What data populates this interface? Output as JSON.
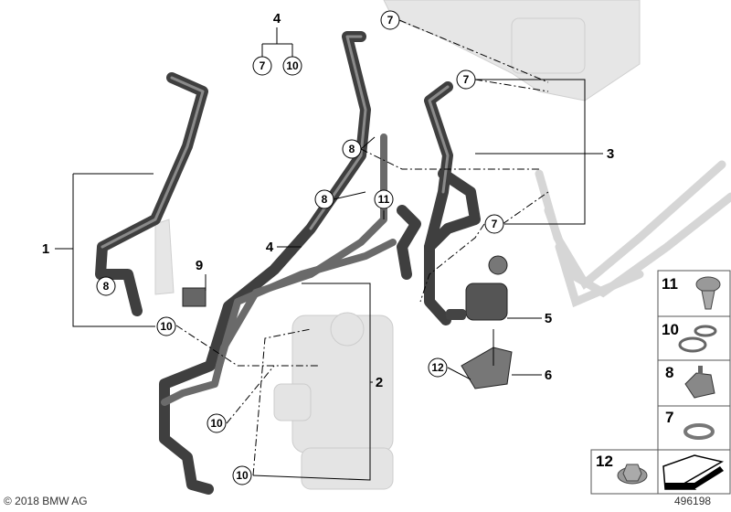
{
  "diagram": {
    "top_group": {
      "parent": "4",
      "children": [
        "7",
        "10"
      ]
    },
    "callouts": [
      "7",
      "7",
      "7",
      "8",
      "8",
      "11",
      "7",
      "8",
      "10",
      "12",
      "10",
      "10"
    ],
    "labels": [
      "1",
      "2",
      "3",
      "4",
      "5",
      "6",
      "9"
    ]
  },
  "legend": {
    "items": [
      {
        "number": "11",
        "icon": "screw-icon"
      },
      {
        "number": "10",
        "icon": "hose-clamp-pair-icon"
      },
      {
        "number": "8",
        "icon": "hose-clip-holder-icon"
      },
      {
        "number": "7",
        "icon": "hose-clamp-icon"
      },
      {
        "number": "12",
        "icon": "nut-icon"
      }
    ],
    "direction_icon": "arrow-icon"
  },
  "footer": {
    "copyright": "© 2018 BMW AG",
    "diagram_id": "496198"
  },
  "colors": {
    "hose": "#4a4a4a",
    "ghost_part": "#d8d8d8",
    "line": "#000000"
  }
}
